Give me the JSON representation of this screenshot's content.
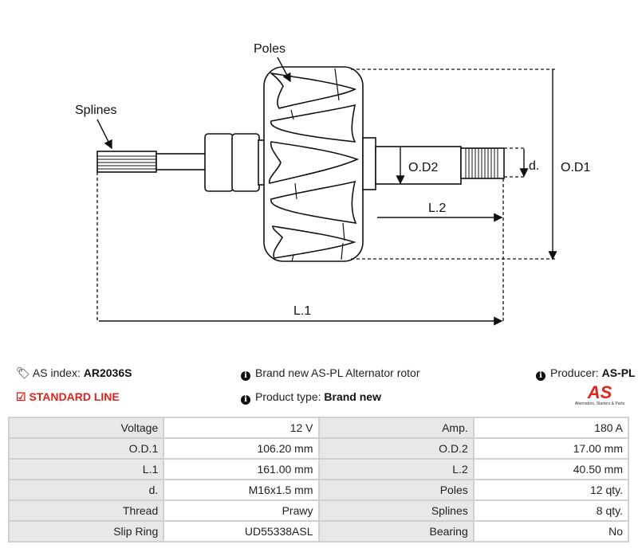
{
  "diagram": {
    "labels": {
      "poles": "Poles",
      "splines": "Splines",
      "od1": "O.D1",
      "od2": "O.D2",
      "d": "d.",
      "l1": "L.1",
      "l2": "L.2"
    }
  },
  "info": {
    "as_index_label": "AS index:",
    "as_index_value": "AR2036S",
    "description": "Brand new AS-PL Alternator rotor",
    "producer_label": "Producer:",
    "producer_value": "AS-PL",
    "line": "STANDARD LINE",
    "product_type_label": "Product type:",
    "product_type_value": "Brand new",
    "logo_text": "AS",
    "logo_tagline": "Alternators, Starters & Parts"
  },
  "specs": [
    [
      "Voltage",
      "12 V",
      "Amp.",
      "180 A"
    ],
    [
      "O.D.1",
      "106.20 mm",
      "O.D.2",
      "17.00 mm"
    ],
    [
      "L.1",
      "161.00 mm",
      "L.2",
      "40.50 mm"
    ],
    [
      "d.",
      "M16x1.5 mm",
      "Poles",
      "12 qty."
    ],
    [
      "Thread",
      "Prawy",
      "Splines",
      "8 qty."
    ],
    [
      "Slip Ring",
      "UD55338ASL",
      "Bearing",
      "No"
    ]
  ],
  "colors": {
    "accent": "#e2231a"
  }
}
